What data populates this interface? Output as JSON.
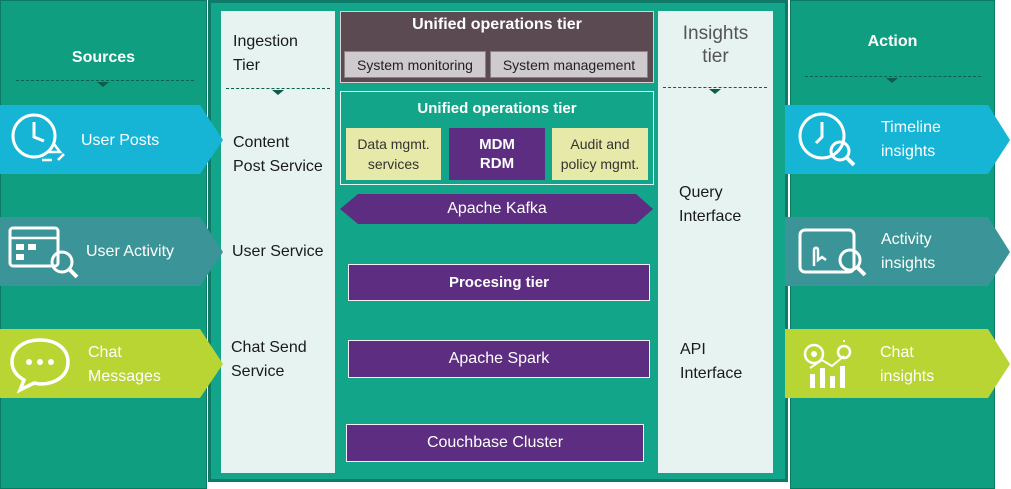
{
  "sources": {
    "title": "Sources",
    "items": [
      {
        "label": "User Posts",
        "icon": "clock-recycle-icon",
        "color": "#16b5d6"
      },
      {
        "label": "User Activity",
        "icon": "browser-search-icon",
        "color": "#3b9497"
      },
      {
        "label_line1": "Chat",
        "label_line2": "Messages",
        "icon": "chat-bubble-icon",
        "color": "#b8d534"
      }
    ]
  },
  "ingestion": {
    "title_line1": "Ingestion",
    "title_line2": "Tier",
    "items": [
      {
        "line1": "Content",
        "line2": "Post Service"
      },
      {
        "line1": "User Service"
      },
      {
        "line1": "Chat Send",
        "line2": "Service"
      }
    ]
  },
  "ops_top": {
    "title": "Unified operations tier",
    "left": "System monitoring",
    "right": "System management"
  },
  "ops_mid": {
    "title": "Unified operations tier",
    "left_line1": "Data mgmt.",
    "left_line2": "services",
    "center_line1": "MDM",
    "center_line2": "RDM",
    "right_line1": "Audit and",
    "right_line2": "policy mgmt."
  },
  "bars": {
    "kafka": "Apache Kafka",
    "processing": "Procesing tier",
    "spark": "Apache Spark",
    "couchbase": "Couchbase Cluster"
  },
  "insights": {
    "title_line1": "Insights",
    "title_line2": "tier",
    "query_line1": "Query",
    "query_line2": "Interface",
    "api_line1": "API",
    "api_line2": "Interface"
  },
  "action": {
    "title": "Action",
    "items": [
      {
        "line1": "Timeline",
        "line2": "insights",
        "icon": "clock-search-icon",
        "color": "#16b5d6"
      },
      {
        "line1": "Activity",
        "line2": "insights",
        "icon": "tablet-touch-search-icon",
        "color": "#3b9497"
      },
      {
        "line1": "Chat",
        "line2": "insights",
        "icon": "bulb-chart-icon",
        "color": "#b8d534"
      }
    ]
  },
  "colors": {
    "panel": "#0f9e80",
    "purple": "#5c2d80",
    "cyan": "#16b5d6",
    "teal": "#3b9497",
    "lime": "#b8d534"
  }
}
